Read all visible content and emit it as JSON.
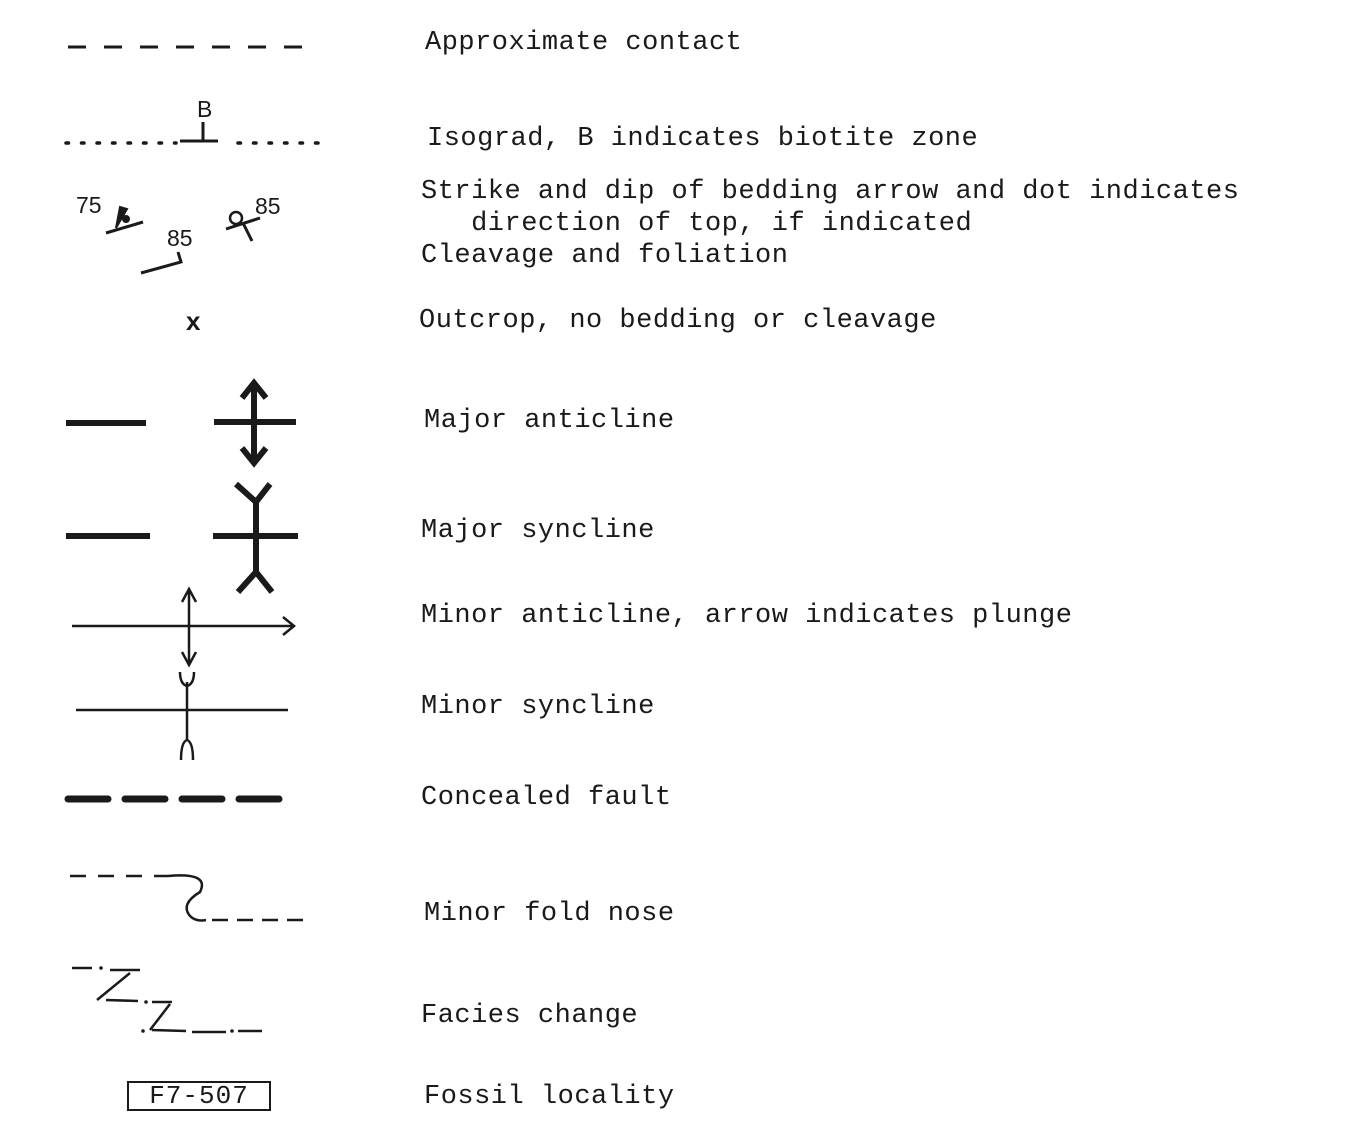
{
  "legend": {
    "items": [
      {
        "id": "approx-contact",
        "label": "Approximate contact"
      },
      {
        "id": "isograd",
        "label": "Isograd, B indicates biotite zone",
        "symbol_text": "B"
      },
      {
        "id": "strike-dip",
        "label_lines": [
          "Strike and dip of bedding arrow and dot indicates",
          "   direction of top, if indicated"
        ],
        "symbol_values": [
          "75",
          "85",
          "85"
        ]
      },
      {
        "id": "cleavage",
        "label": "Cleavage and foliation"
      },
      {
        "id": "outcrop",
        "label": "Outcrop, no bedding or cleavage",
        "symbol_text": "x"
      },
      {
        "id": "major-anticline",
        "label": "Major anticline"
      },
      {
        "id": "major-syncline",
        "label": "Major syncline"
      },
      {
        "id": "minor-anticline",
        "label": "Minor anticline, arrow indicates plunge"
      },
      {
        "id": "minor-syncline",
        "label": "Minor syncline"
      },
      {
        "id": "concealed-fault",
        "label": "Concealed fault"
      },
      {
        "id": "minor-fold-nose",
        "label": "Minor fold nose"
      },
      {
        "id": "facies-change",
        "label": "Facies change"
      },
      {
        "id": "fossil-locality",
        "label": "Fossil locality",
        "symbol_text": "F7-507"
      }
    ],
    "ink_color": "#1a1a1a"
  }
}
